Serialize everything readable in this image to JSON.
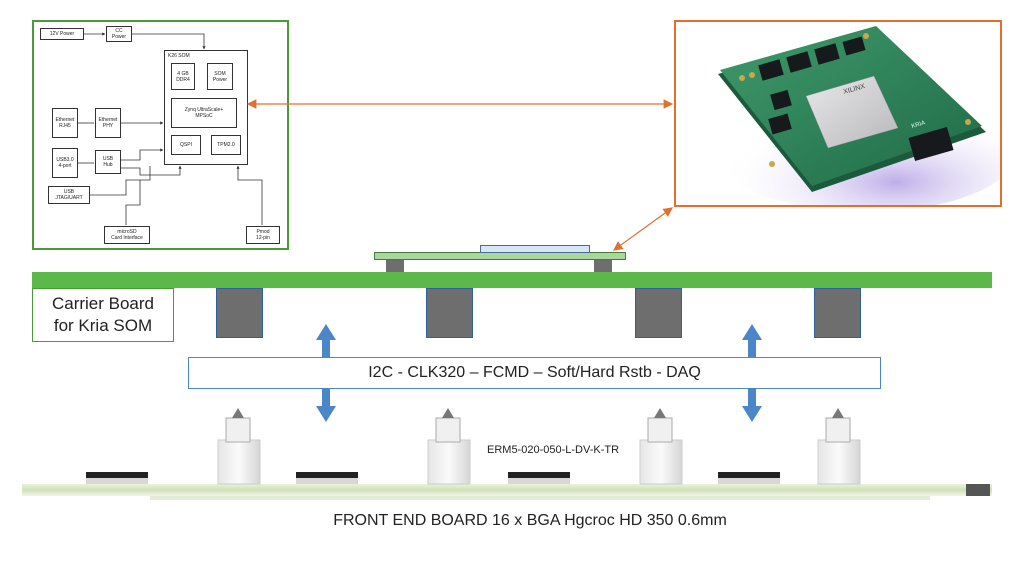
{
  "block_diagram": {
    "power_12v": "12V Power",
    "cc_power": "CC\nPower",
    "k26_som": "K26 SOM",
    "ddr4": "4 GB\nDDR4",
    "som_power": "SOM\nPower",
    "mpsoc": "Zynq UltraScale+\nMPSoC",
    "qspi": "QSPI",
    "tpm": "TPM2.0",
    "ethernet_rj45": "Ethernet\nRJ45",
    "ethernet_phy": "Ethernet\nPHY",
    "usb_4port": "USB3.0\n4-port",
    "usb_hub": "USB\nHub",
    "usb_jtag": "USB\nJTAG/UART",
    "microsd": "microSD\nCard Interface",
    "pmod": "Pmod\n12-pin"
  },
  "photo": {
    "chip_brand": "XILINX",
    "module_brand": "KRIA"
  },
  "carrier_label": "Carrier Board\nfor Kria SOM",
  "bus_label": "I2C - CLK320 – FCMD – Soft/Hard Rstb - DAQ",
  "connector_label": "ERM5-020-050-L-DV-K-TR",
  "front_end_label": "FRONT END BOARD 16 x BGA Hgcroc HD 350 0.6mm",
  "colors": {
    "pcb_green": "#5cb848",
    "outline_green": "#4a9a3a",
    "outline_orange": "#e07030",
    "arrow_blue": "#4a86c8"
  }
}
